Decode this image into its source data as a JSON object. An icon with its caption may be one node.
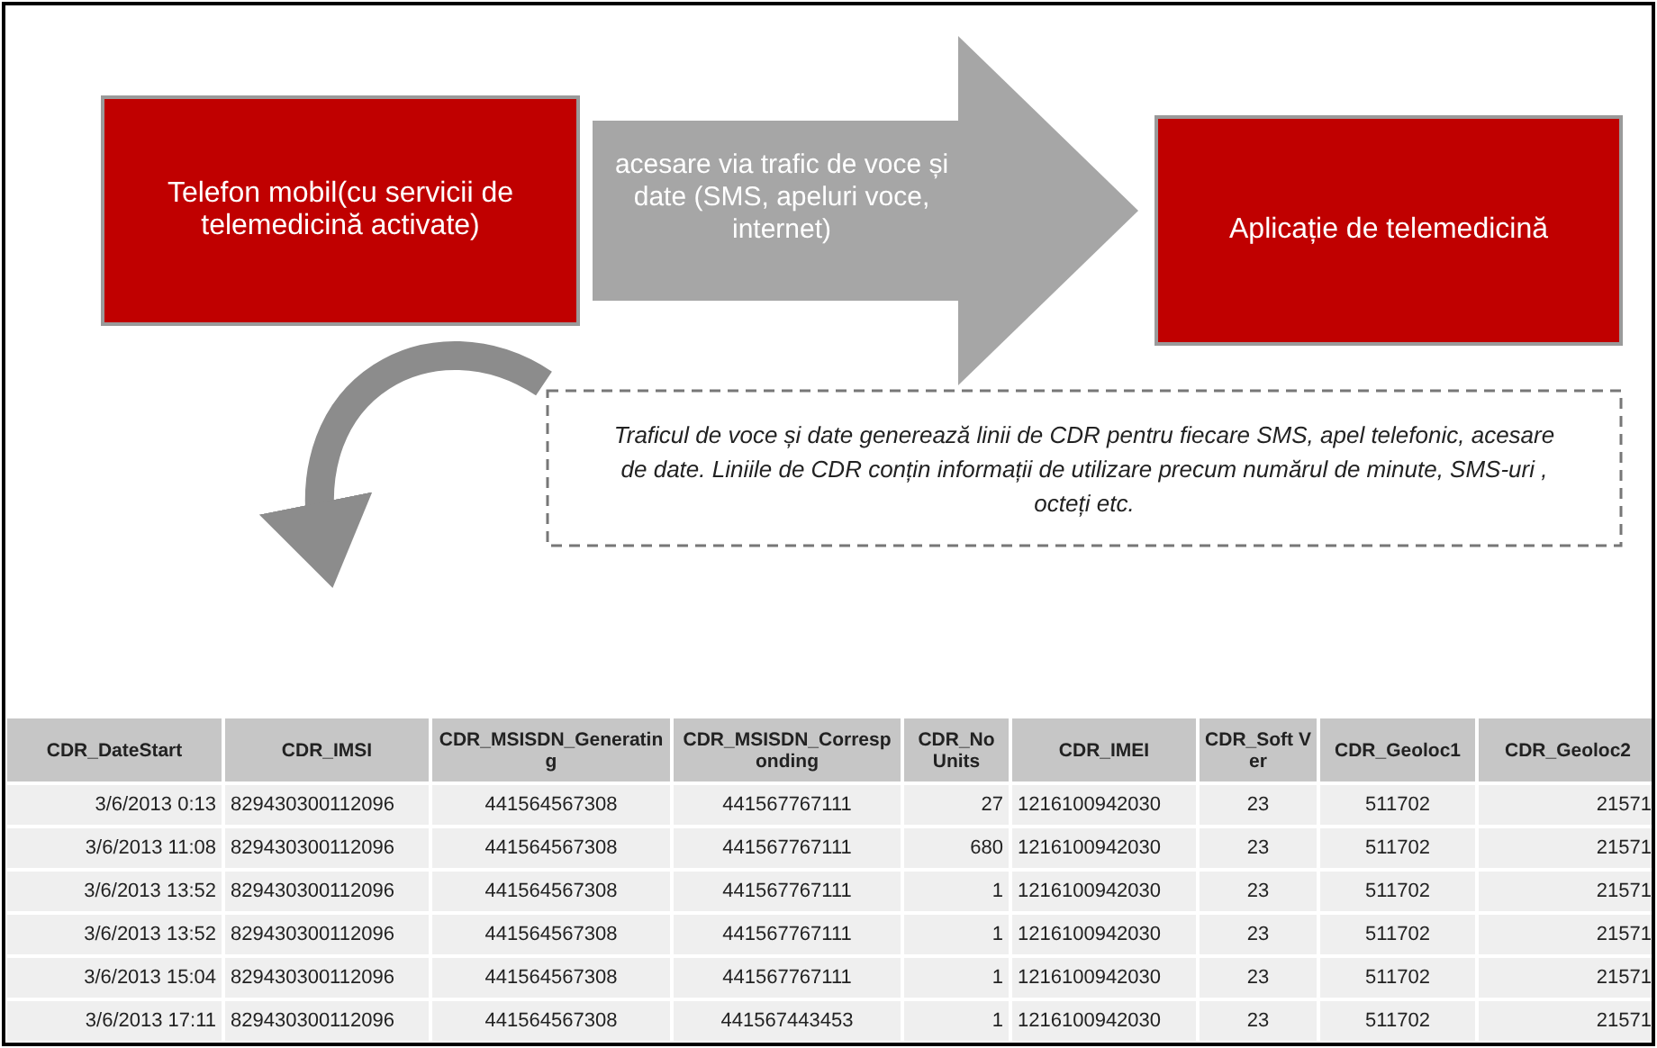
{
  "diagram": {
    "nodes": [
      {
        "text": [
          "Telefon mobil(cu servicii de telemedicină activate)"
        ]
      },
      {
        "text": [
          "Aplicație de telemedicină"
        ]
      },
      {
        "text": [
          "Traficul de voce și date generează linii de CDR pentru fiecare SMS, apel telefonic, acesare de date. Liniile de CDR conțin informații de utilizare precum numărul de minute, SMS-uri , octeți etc."
        ]
      }
    ],
    "edges": [
      {
        "from": 0,
        "to": 1,
        "arrow": "to",
        "style": "thick",
        "label": "acesare via trafic de voce și date (SMS, apeluri voce, internet)"
      },
      {
        "from": 0,
        "to": null,
        "arrow": "to"
      }
    ],
    "labels": [
      "CDR_DateStart",
      "CDR_IMSI",
      "CDR_MSISDN_Generating",
      "CDR_MSISDN_Corresponding",
      "CDR_No Units",
      "CDR_IMEI",
      "CDR_Soft Ver",
      "CDR_Geoloc1",
      "CDR_Geoloc2",
      "3/6/2013 0:13",
      "829430300112096",
      "441564567308",
      "441567767111",
      "27",
      "1216100942030",
      "23",
      "511702",
      "21571",
      "3/6/2013 11:08",
      "829430300112096",
      "441564567308",
      "441567767111",
      "680",
      "1216100942030",
      "23",
      "511702",
      "21571",
      "3/6/2013 13:52",
      "829430300112096",
      "441564567308",
      "441567767111",
      "1",
      "1216100942030",
      "23",
      "511702",
      "21571",
      "3/6/2013 13:52",
      "829430300112096",
      "441564567308",
      "441567767111",
      "1",
      "1216100942030",
      "23",
      "511702",
      "21571",
      "3/6/2013 15:04",
      "829430300112096",
      "441564567308",
      "441567767111",
      "1",
      "1216100942030",
      "23",
      "511702",
      "21571",
      "3/6/2013 17:11",
      "829430300112096",
      "441564567308",
      "441567443453",
      "1",
      "1216100942030",
      "23",
      "511702",
      "21571"
    ]
  }
}
